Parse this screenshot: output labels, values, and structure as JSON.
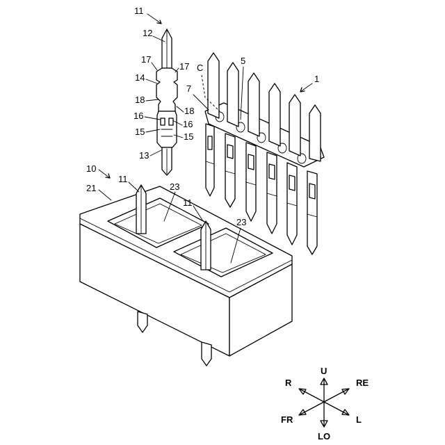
{
  "labels": {
    "l11_top": "11",
    "l12": "12",
    "l17a": "17",
    "l17b": "17",
    "l14": "14",
    "l18a": "18",
    "l18b": "18",
    "l16a": "16",
    "l16b": "16",
    "l15a": "15",
    "l15b": "15",
    "l13": "13",
    "lC": "C",
    "l5": "5",
    "l7": "7",
    "l1": "1",
    "l10": "10",
    "l21": "21",
    "l11_mid1": "11",
    "l23a": "23",
    "l11_mid2": "11",
    "l23b": "23"
  },
  "directions": {
    "up": "U",
    "down": "LO",
    "rear": "RE",
    "front": "FR",
    "right": "R",
    "left": "L"
  }
}
